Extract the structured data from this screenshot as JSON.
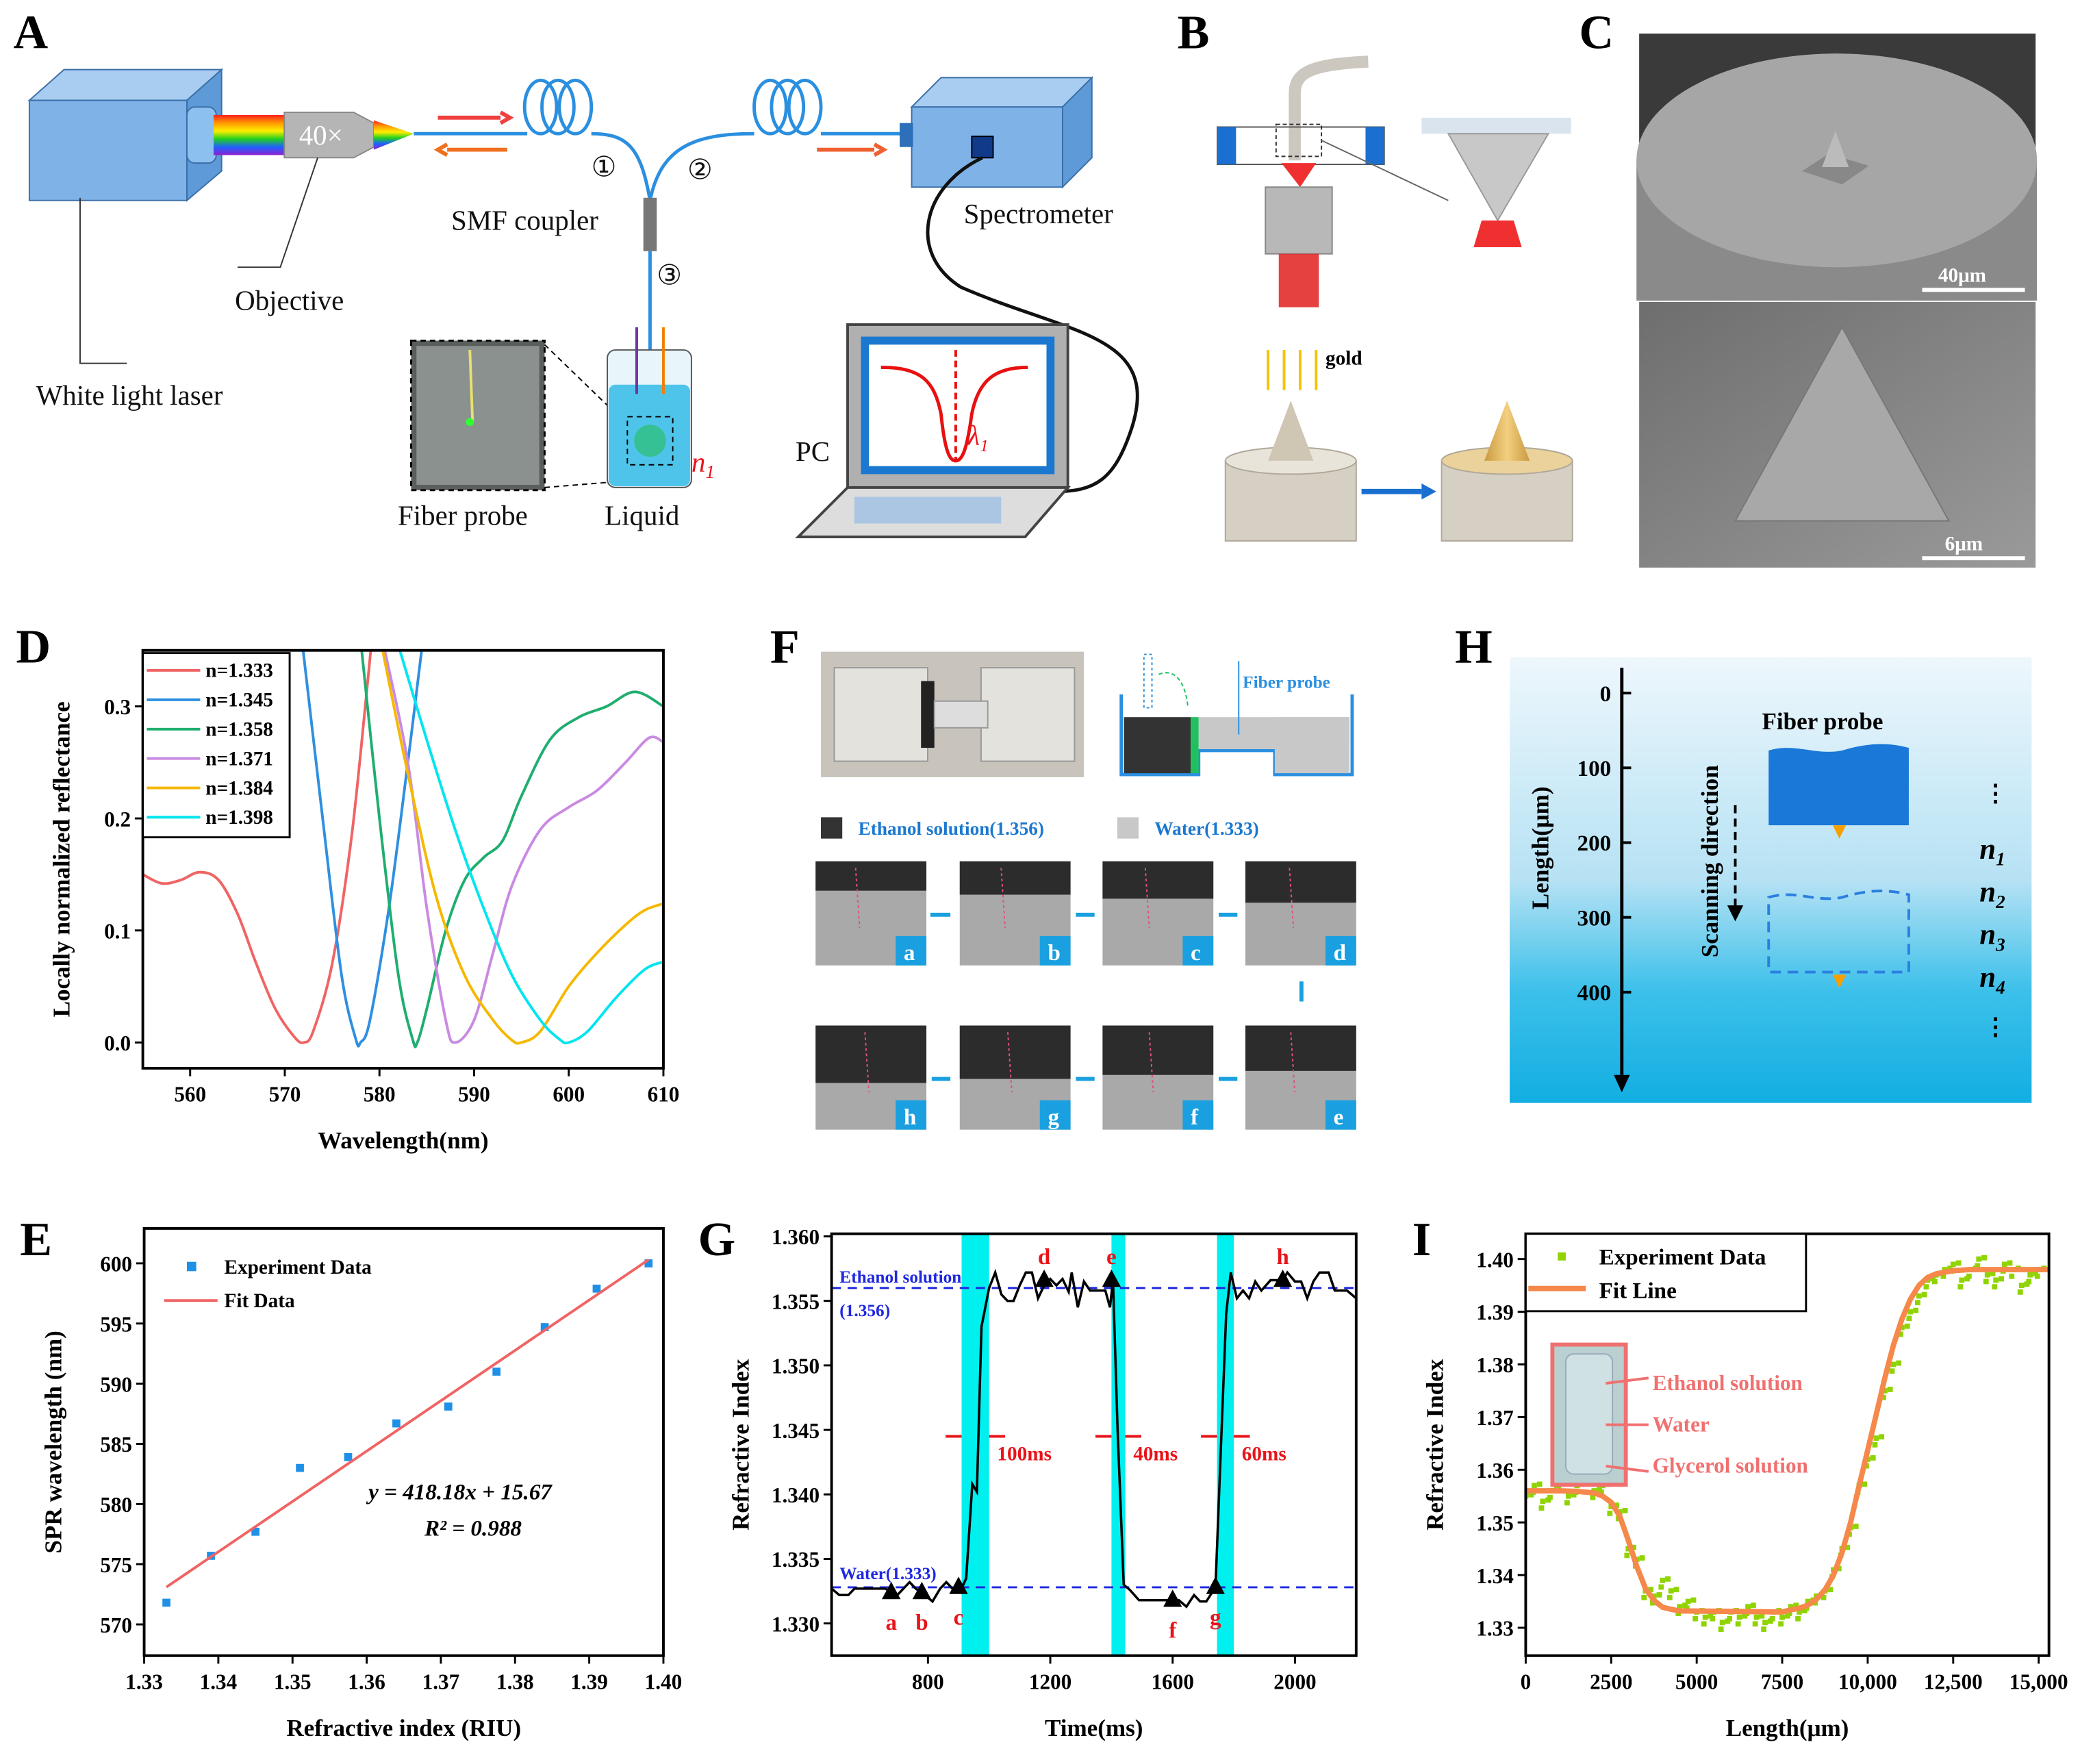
{
  "panel_labels": [
    "A",
    "B",
    "C",
    "D",
    "E",
    "F",
    "G",
    "H",
    "I"
  ],
  "panel_a": {
    "objective_mag": "40×",
    "objective_label": "Objective",
    "laser_label": "White light laser",
    "coupler_label": "SMF coupler",
    "port_1": "①",
    "port_2": "②",
    "port_3": "③",
    "spectrometer_label": "Spectrometer",
    "probe_label": "Fiber probe",
    "liquid_label": "Liquid",
    "n_label": "n",
    "n_sub": "1",
    "pc_label": "PC",
    "lambda": "λ",
    "lambda_sub": "1"
  },
  "panel_b": {
    "gold_label": "gold"
  },
  "panel_c": {
    "scale_top": "40μm",
    "scale_bottom": "6μm"
  },
  "panel_f": {
    "probe_label": "Fiber probe",
    "legend_ethanol": "Ethanol solution(1.356)",
    "legend_water": "Water(1.333)",
    "frames": [
      "a",
      "b",
      "c",
      "d",
      "e",
      "f",
      "g",
      "h"
    ]
  },
  "panel_h": {
    "ticks": [
      "0",
      "100",
      "200",
      "300",
      "400"
    ],
    "axis_label": "Length(μm)",
    "direction_label": "Scanning direction",
    "probe_label": "Fiber probe",
    "indices": [
      {
        "n": "n",
        "sub": "1"
      },
      {
        "n": "n",
        "sub": "2"
      },
      {
        "n": "n",
        "sub": "3"
      },
      {
        "n": "n",
        "sub": "4"
      }
    ],
    "ellipsis": "⋮"
  },
  "chart_data": [
    {
      "panel": "D",
      "type": "line",
      "xlabel": "Wavelength(nm)",
      "ylabel": "Locally normalized reflectance",
      "xlim": [
        555,
        610
      ],
      "ylim": [
        -0.023,
        0.35
      ],
      "xticks": [
        560,
        570,
        580,
        590,
        600,
        610
      ],
      "xtick_labels": [
        "560",
        "570",
        "580",
        "590",
        "600",
        "610"
      ],
      "yticks": [
        0,
        0.1,
        0.2,
        0.3
      ],
      "ytick_labels": [
        "0.0",
        "0.1",
        "0.2",
        "0.3"
      ],
      "grid": false,
      "legend": "top-left",
      "series": [
        {
          "name": "n=1.333",
          "color": "#f06464",
          "points": [
            [
              555,
              0.15
            ],
            [
              557,
              0.142
            ],
            [
              559,
              0.145
            ],
            [
              561,
              0.152
            ],
            [
              563,
              0.145
            ],
            [
              565,
              0.115
            ],
            [
              567,
              0.07
            ],
            [
              569,
              0.03
            ],
            [
              571,
              0.005
            ],
            [
              572,
              0
            ],
            [
              573,
              0.01
            ],
            [
              575,
              0.07
            ],
            [
              577,
              0.18
            ],
            [
              578.5,
              0.3
            ],
            [
              579.2,
              0.36
            ]
          ]
        },
        {
          "name": "n=1.345",
          "color": "#2f8fe0",
          "points": [
            [
              571.8,
              0.36
            ],
            [
              574,
              0.2
            ],
            [
              576,
              0.06
            ],
            [
              577.5,
              0.003
            ],
            [
              578,
              0
            ],
            [
              579,
              0.02
            ],
            [
              581,
              0.12
            ],
            [
              583,
              0.25
            ],
            [
              584.6,
              0.36
            ]
          ]
        },
        {
          "name": "n=1.358",
          "color": "#1fae6e",
          "points": [
            [
              578,
              0.36
            ],
            [
              580,
              0.2
            ],
            [
              582,
              0.06
            ],
            [
              583.5,
              0.003
            ],
            [
              584,
              0
            ],
            [
              585,
              0.03
            ],
            [
              587,
              0.1
            ],
            [
              589,
              0.145
            ],
            [
              591,
              0.165
            ],
            [
              593,
              0.18
            ],
            [
              595,
              0.22
            ],
            [
              598,
              0.27
            ],
            [
              601,
              0.29
            ],
            [
              604,
              0.3
            ],
            [
              607,
              0.313
            ],
            [
              610,
              0.3
            ]
          ]
        },
        {
          "name": "n=1.371",
          "color": "#c98ae2",
          "points": [
            [
              580.3,
              0.36
            ],
            [
              583,
              0.25
            ],
            [
              585,
              0.12
            ],
            [
              587,
              0.02
            ],
            [
              588,
              0
            ],
            [
              590,
              0.02
            ],
            [
              592,
              0.08
            ],
            [
              594,
              0.14
            ],
            [
              597,
              0.19
            ],
            [
              600,
              0.21
            ],
            [
              603,
              0.225
            ],
            [
              606,
              0.25
            ],
            [
              608.5,
              0.272
            ],
            [
              610,
              0.268
            ]
          ]
        },
        {
          "name": "n=1.384",
          "color": "#f5b800",
          "points": [
            [
              580.1,
              0.36
            ],
            [
              583,
              0.24
            ],
            [
              586,
              0.13
            ],
            [
              589,
              0.06
            ],
            [
              592,
              0.02
            ],
            [
              594,
              0.002
            ],
            [
              595,
              0
            ],
            [
              597,
              0.01
            ],
            [
              600,
              0.05
            ],
            [
              603,
              0.08
            ],
            [
              606,
              0.105
            ],
            [
              608,
              0.118
            ],
            [
              610,
              0.124
            ]
          ]
        },
        {
          "name": "n=1.398",
          "color": "#00e5ee",
          "points": [
            [
              581.8,
              0.36
            ],
            [
              585,
              0.27
            ],
            [
              588,
              0.19
            ],
            [
              591,
              0.12
            ],
            [
              594,
              0.06
            ],
            [
              597,
              0.02
            ],
            [
              599,
              0.003
            ],
            [
              600,
              0
            ],
            [
              602,
              0.01
            ],
            [
              605,
              0.04
            ],
            [
              608,
              0.065
            ],
            [
              610,
              0.072
            ]
          ]
        }
      ]
    },
    {
      "panel": "E",
      "type": "scatter",
      "xlabel": "Refractive index (RIU)",
      "ylabel": "SPR wavelength (nm)",
      "xlim": [
        1.33,
        1.4
      ],
      "ylim": [
        567.4,
        602.9
      ],
      "xticks": [
        1.33,
        1.34,
        1.35,
        1.36,
        1.37,
        1.38,
        1.39,
        1.4
      ],
      "xtick_labels": [
        "1.33",
        "1.34",
        "1.35",
        "1.36",
        "1.37",
        "1.38",
        "1.39",
        "1.40"
      ],
      "yticks": [
        570,
        575,
        580,
        585,
        590,
        595,
        600
      ],
      "ytick_labels": [
        "570",
        "575",
        "580",
        "585",
        "590",
        "595",
        "600"
      ],
      "grid": false,
      "legend": "top-left",
      "series": [
        {
          "name": "Experiment Data",
          "type": "scatter",
          "color": "#1e90e8",
          "x": [
            1.333,
            1.339,
            1.345,
            1.351,
            1.3575,
            1.364,
            1.371,
            1.3775,
            1.384,
            1.391,
            1.398
          ],
          "y": [
            571.8,
            575.7,
            577.7,
            583.0,
            583.9,
            586.7,
            588.1,
            591.0,
            594.7,
            597.9,
            600.0
          ]
        },
        {
          "name": "Fit Data",
          "type": "line",
          "color": "#f06464",
          "x": [
            1.333,
            1.398
          ],
          "y": [
            573.1,
            600.3
          ]
        }
      ],
      "annotations": [
        "y = 418.18x + 15.67",
        "R² = 0.988"
      ]
    },
    {
      "panel": "G",
      "type": "line",
      "xlabel": "Time(ms)",
      "ylabel": "Refractive Index",
      "xlim": [
        485,
        2200
      ],
      "ylim": [
        1.3275,
        1.3602
      ],
      "xticks": [
        800,
        1200,
        1600,
        2000
      ],
      "xtick_labels": [
        "800",
        "1200",
        "1600",
        "2000"
      ],
      "yticks": [
        1.33,
        1.335,
        1.34,
        1.345,
        1.35,
        1.355,
        1.36
      ],
      "ytick_labels": [
        "1.330",
        "1.335",
        "1.340",
        "1.345",
        "1.350",
        "1.355",
        "1.360"
      ],
      "grid": false,
      "series": [
        {
          "color": "#000000",
          "x": [
            485,
            510,
            540,
            560,
            620,
            660,
            700,
            720,
            740,
            760,
            790,
            815,
            840,
            860,
            880,
            910,
            925,
            945,
            960,
            975,
            1000,
            1020,
            1040,
            1060,
            1080,
            1100,
            1120,
            1140,
            1160,
            1180,
            1200,
            1220,
            1240,
            1260,
            1270,
            1290,
            1310,
            1330,
            1360,
            1380,
            1395,
            1405,
            1420,
            1440,
            1460,
            1490,
            1540,
            1590,
            1620,
            1645,
            1670,
            1690,
            1710,
            1740,
            1760,
            1775,
            1790,
            1810,
            1830,
            1850,
            1870,
            1890,
            1920,
            1960,
            1975,
            2000,
            2020,
            2040,
            2060,
            2080,
            2110,
            2130,
            2170,
            2200
          ],
          "y": [
            1.3327,
            1.3322,
            1.3322,
            1.3327,
            1.3327,
            1.3327,
            1.3322,
            1.3327,
            1.3332,
            1.3327,
            1.3322,
            1.3317,
            1.3327,
            1.3332,
            1.3327,
            1.3327,
            1.3335,
            1.3408,
            1.3402,
            1.353,
            1.356,
            1.3572,
            1.3555,
            1.355,
            1.355,
            1.3562,
            1.3572,
            1.3572,
            1.3552,
            1.3562,
            1.3567,
            1.3562,
            1.3567,
            1.3557,
            1.3572,
            1.3545,
            1.3565,
            1.3558,
            1.3558,
            1.3558,
            1.3545,
            1.3566,
            1.345,
            1.333,
            1.3326,
            1.3318,
            1.3318,
            1.3318,
            1.3318,
            1.3313,
            1.3322,
            1.3317,
            1.3317,
            1.3328,
            1.345,
            1.354,
            1.3572,
            1.3552,
            1.3558,
            1.3552,
            1.3565,
            1.3558,
            1.3566,
            1.3566,
            1.3572,
            1.3565,
            1.3565,
            1.3552,
            1.3565,
            1.3572,
            1.3572,
            1.3558,
            1.3558,
            1.3552
          ]
        }
      ],
      "reference_lines": [
        {
          "label": "Ethanol solution",
          "label2": "(1.356)",
          "value": 1.356,
          "color": "#1f28e0"
        },
        {
          "label": "Water(1.333)",
          "value": 1.3328,
          "color": "#1f28e0"
        }
      ],
      "highlight_bands": [
        [
          910,
          1000
        ],
        [
          1400,
          1445
        ],
        [
          1745,
          1800
        ]
      ],
      "band_color": "#00f0f0",
      "band_labels": [
        "100ms",
        "40ms",
        "60ms"
      ],
      "markers": [
        {
          "label": "a",
          "x": 680,
          "y": 1.3324
        },
        {
          "label": "b",
          "x": 780,
          "y": 1.3324
        },
        {
          "label": "c",
          "x": 900,
          "y": 1.3328
        },
        {
          "label": "d",
          "x": 1180,
          "y": 1.3566
        },
        {
          "label": "e",
          "x": 1400,
          "y": 1.3566
        },
        {
          "label": "f",
          "x": 1600,
          "y": 1.3318
        },
        {
          "label": "g",
          "x": 1740,
          "y": 1.3328
        },
        {
          "label": "h",
          "x": 1960,
          "y": 1.3566
        }
      ]
    },
    {
      "panel": "I",
      "type": "scatter",
      "xlabel": "Length(μm)",
      "ylabel": "Refractive Index",
      "xlim": [
        0,
        15300
      ],
      "ylim": [
        1.3247,
        1.4048
      ],
      "xticks": [
        0,
        2500,
        5000,
        7500,
        10000,
        12500,
        15000
      ],
      "xtick_labels": [
        "0",
        "2500",
        "5000",
        "7500",
        "10,000",
        "12,500",
        "15,000"
      ],
      "yticks": [
        1.33,
        1.34,
        1.35,
        1.36,
        1.37,
        1.38,
        1.39,
        1.4
      ],
      "ytick_labels": [
        "1.33",
        "1.34",
        "1.35",
        "1.36",
        "1.37",
        "1.38",
        "1.39",
        "1.40"
      ],
      "grid": false,
      "legend": "top-left",
      "series": [
        {
          "name": "Experiment Data",
          "type": "scatter",
          "color": "#8fd400",
          "x": [
            0,
            250,
            500,
            750,
            1000,
            1250,
            1500,
            1750,
            2000,
            2250,
            2500,
            2750,
            3000,
            3250,
            3500,
            3750,
            4000,
            4250,
            4500,
            4750,
            5000,
            5250,
            5500,
            5750,
            6000,
            6250,
            6500,
            6750,
            7000,
            7250,
            7500,
            7750,
            8000,
            8250,
            8500,
            8750,
            9000,
            9250,
            9500,
            9750,
            10000,
            10250,
            10500,
            10750,
            11000,
            11250,
            11500,
            11750,
            12000,
            12250,
            12500,
            12750,
            13000,
            13250,
            13500,
            13750,
            14000,
            14250,
            14500,
            14750,
            15000
          ],
          "y": [
            1.355,
            1.357,
            1.354,
            1.356,
            1.358,
            1.355,
            1.357,
            1.359,
            1.356,
            1.357,
            1.353,
            1.352,
            1.345,
            1.343,
            1.337,
            1.336,
            1.339,
            1.337,
            1.334,
            1.335,
            1.333,
            1.332,
            1.333,
            1.331,
            1.333,
            1.332,
            1.334,
            1.332,
            1.331,
            1.333,
            1.332,
            1.334,
            1.333,
            1.335,
            1.336,
            1.337,
            1.341,
            1.345,
            1.349,
            1.357,
            1.362,
            1.366,
            1.375,
            1.38,
            1.387,
            1.39,
            1.393,
            1.396,
            1.397,
            1.398,
            1.399,
            1.396,
            1.398,
            1.4,
            1.397,
            1.396,
            1.399,
            1.398,
            1.395,
            1.397,
            1.398
          ]
        },
        {
          "name": "Fit Line",
          "type": "line",
          "color": "#f5884a",
          "x": [
            0,
            1000,
            1500,
            2000,
            2250,
            2500,
            2750,
            3000,
            3250,
            3500,
            3750,
            4000,
            4250,
            4500,
            7500,
            7750,
            8000,
            8250,
            8500,
            8750,
            9000,
            9250,
            9500,
            9750,
            10000,
            10250,
            10500,
            10750,
            11000,
            11250,
            11500,
            11750,
            12000,
            12500,
            13000,
            15300
          ],
          "y": [
            1.356,
            1.356,
            1.3559,
            1.3556,
            1.355,
            1.3538,
            1.3512,
            1.3466,
            1.3416,
            1.3375,
            1.3352,
            1.3339,
            1.3335,
            1.3332,
            1.333,
            1.3334,
            1.3337,
            1.3343,
            1.3354,
            1.3372,
            1.34,
            1.3443,
            1.35,
            1.357,
            1.3637,
            1.3705,
            1.3774,
            1.3836,
            1.3886,
            1.3924,
            1.395,
            1.3965,
            1.3972,
            1.3978,
            1.398,
            1.398
          ]
        }
      ],
      "inset_labels": [
        "Ethanol solution",
        "Water",
        "Glycerol solution"
      ]
    }
  ]
}
